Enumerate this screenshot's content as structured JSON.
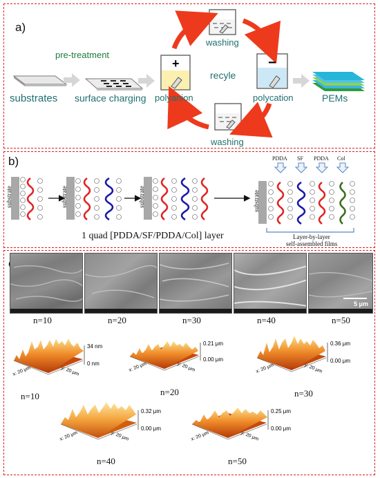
{
  "panel_a": {
    "tag": "a)",
    "labels": {
      "substrates": "substrates",
      "pretreatment": "pre-treatment",
      "surface_charging": "surface charging",
      "polyanion": "polyanion",
      "polycation": "polycation",
      "washing_top": "washing",
      "washing_bottom": "washing",
      "recycle": "recyle",
      "pems": "PEMs",
      "plus": "+",
      "minus": "−"
    }
  },
  "panel_b": {
    "tag": "b)",
    "substrate_label": "substrate",
    "quad_label": "1 quad [PDDA/SF/PDDA/Col]  layer",
    "lbl_title_1": "Layer-by-layer",
    "lbl_title_2": "self-assembled films",
    "top_labels": [
      "PDDA",
      "SF",
      "PDDA",
      "Col"
    ],
    "colors": {
      "pdda": "#e02424",
      "sf": "#1a1aa8",
      "col": "#3b6e1f"
    }
  },
  "panel_c": {
    "tag": "c)",
    "scale_label": "5 μm",
    "sem_labels": [
      "n=10",
      "n=20",
      "n=30",
      "n=40",
      "n=50"
    ],
    "afm": [
      {
        "n": "n=10",
        "top": "34 nm",
        "bottom": "0 nm"
      },
      {
        "n": "n=20",
        "top": "0.21 μm",
        "bottom": "0.00 μm"
      },
      {
        "n": "n=30",
        "top": "0.36 μm",
        "bottom": "0.00 μm"
      },
      {
        "n": "n=40",
        "top": "0.32 μm",
        "bottom": "0.00 μm"
      },
      {
        "n": "n=50",
        "top": "0.25 μm",
        "bottom": "0.00 μm"
      }
    ],
    "afm_axis_x": "x: 20 μm",
    "afm_axis_y": "y: 20 μm"
  }
}
